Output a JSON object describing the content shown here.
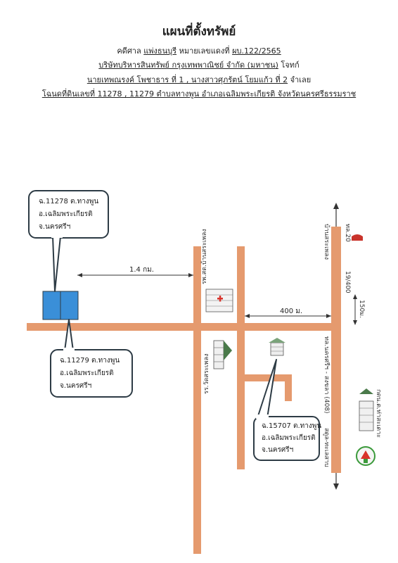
{
  "header": {
    "title": "แผนที่ตั้งทรัพย์",
    "line1_prefix": "คดีศาล",
    "court": "แพ่งธนบุรี",
    "line1_mid": "หมายเลขแดงที่",
    "case_no": "ผบ.122/2565",
    "plaintiff": "บริษัทบริหารสินทรัพย์ กรุงเทพพาณิชย์ จำกัด (มหาชน)",
    "plaintiff_role": "โจทก์",
    "defendants": "นายเทพณรงค์  โพชาธาร ที่ 1 , นางสาวศุภรัตน์ โยมแก้ว ที่ 2",
    "defendant_role": "จำเลย",
    "deeds": "โฉนดที่ดินเลขที่ 11278 , 11279 ตำบลทางพูน อำเภอเฉลิมพระเกียรติ จังหวัดนครศรีธรรมราช"
  },
  "callouts": {
    "deed_11278": [
      "ฉ.11278 ต.ทางพูน",
      "อ.เฉลิมพระเกียรติ",
      "จ.นครศรีฯ"
    ],
    "deed_11279": [
      "ฉ.11279 ต.ทางพูน",
      "อ.เฉลิมพระเกียรติ",
      "จ.นครศรีฯ"
    ],
    "deed_15707": [
      "ฉ.15707 ต.ทางพูน",
      "อ.เฉลิมพระเกียรติ",
      "จ.นครศรีฯ"
    ]
  },
  "distances": {
    "to_hospital": "1.4 กม.",
    "to_highway": "400 ม.",
    "km_marker": "19/400",
    "highway_offset": "150ม."
  },
  "labels": {
    "hospital": "รพ.สต.บ้านสระเพลง",
    "school": "รร.วัดสระเพลง",
    "highway": "ทล.นครศรีฯ - สงขลา (408)",
    "north_dir": "บ้านสระเพลง",
    "south_dir": "สตูล-ทะเลสาบ",
    "left_top": "ทล.20",
    "police": "กดน.ต.ท่าสะเดาะ"
  },
  "colors": {
    "road": "#e59a6e",
    "plot": "#3a8fd8",
    "outline": "#2d3b45"
  }
}
